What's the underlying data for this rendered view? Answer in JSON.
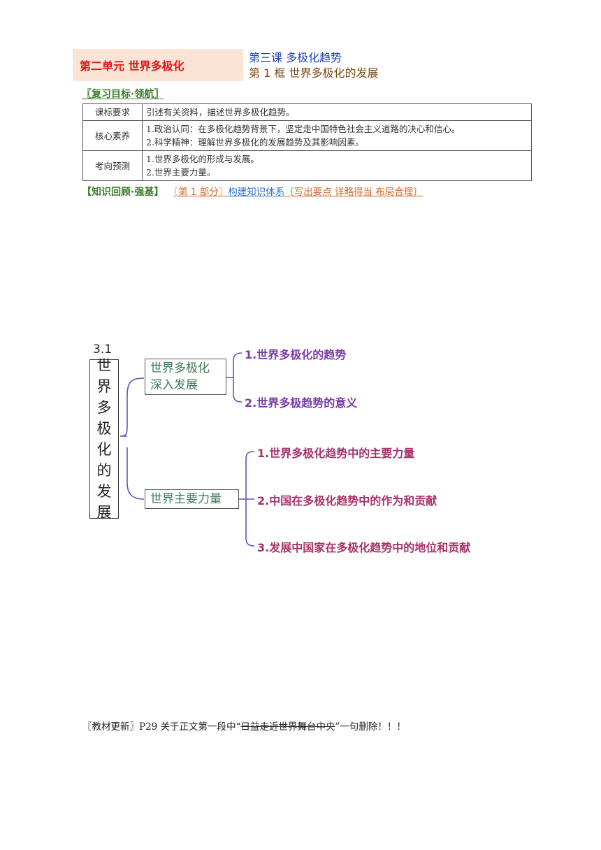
{
  "header": {
    "unit": "第二单元  世界多极化",
    "lesson": "第三课  多极化趋势",
    "frame": "第 1 框  世界多极化的发展"
  },
  "review": {
    "title": "〖复习目标·领航〗",
    "rows": [
      {
        "key": "课标要求",
        "lines": [
          "引述有关资料，描述世界多极化趋势。"
        ]
      },
      {
        "key": "核心素养",
        "lines": [
          "1.政治认同：在多极化趋势背景下，坚定走中国特色社会主义道路的决心和信心。",
          "2.科学精神：理解世界多极化的发展趋势及其影响因素。"
        ]
      },
      {
        "key": "考向预测",
        "lines": [
          "1.世界多极化的形成与发展。",
          "2.世界主要力量。"
        ]
      }
    ]
  },
  "knowledge": {
    "title": "【知识回顾·强基】",
    "part": "〖第 1 部分〗",
    "build": "构建知识体系",
    "hint": "〔写出要点  详略得当  布局合理〕"
  },
  "mindmap": {
    "number": "3.1",
    "root_chars": [
      "世",
      "界",
      "多",
      "极",
      "化",
      "的",
      "发",
      "展"
    ],
    "branch1": {
      "line1": "世界多极化",
      "line2": "深入发展",
      "leaves": [
        "1.世界多极化的趋势",
        "2.世界多极趋势的意义"
      ]
    },
    "branch2": {
      "label": "世界主要力量",
      "leaves": [
        "1.世界多极化趋势中的主要力量",
        "2.中国在多极化趋势中的作为和贡献",
        "3.发展中国家在多极化趋势中的地位和贡献"
      ]
    },
    "colors": {
      "branch_text": "#3e7a58",
      "leaf1": "#7a3aa8",
      "leaf2": "#a8326a",
      "connector": "#6a4fc4"
    }
  },
  "note": {
    "prefix": "〖教材更新〗P29 关于正文第一段中“",
    "struck": "日益走近世界舞台中央",
    "suffix": "”一句删除！！！"
  }
}
